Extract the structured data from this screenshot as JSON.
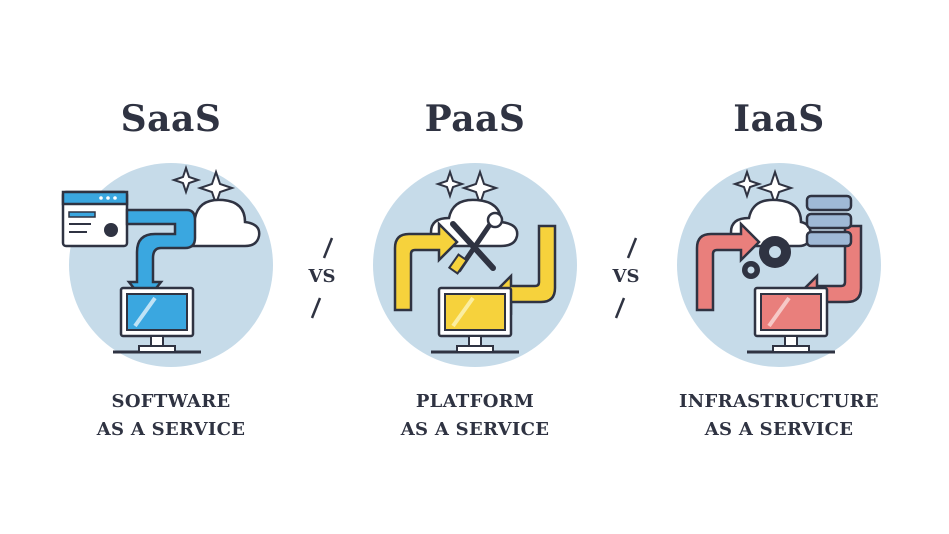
{
  "columns": [
    {
      "title": "SaaS",
      "caption_line1": "SOFTWARE",
      "caption_line2": "AS A SERVICE",
      "accent": "#3aa7e0"
    },
    {
      "title": "PaaS",
      "caption_line1": "PLATFORM",
      "caption_line2": "AS A SERVICE",
      "accent": "#f6d23c"
    },
    {
      "title": "IaaS",
      "caption_line1": "INFRASTRUCTURE",
      "caption_line2": "AS A SERVICE",
      "accent": "#e97f7c"
    }
  ],
  "separators": [
    {
      "label": "VS"
    },
    {
      "label": "VS"
    }
  ],
  "colors": {
    "circle": "#c6dbe9",
    "outline": "#2f3342",
    "text": "#2f3342"
  },
  "icons": [
    "browser-window-icon",
    "cloud-icon",
    "sparkle-icon",
    "monitor-icon",
    "tools-icon",
    "server-stack-icon",
    "gear-icon",
    "arrow-icon"
  ]
}
